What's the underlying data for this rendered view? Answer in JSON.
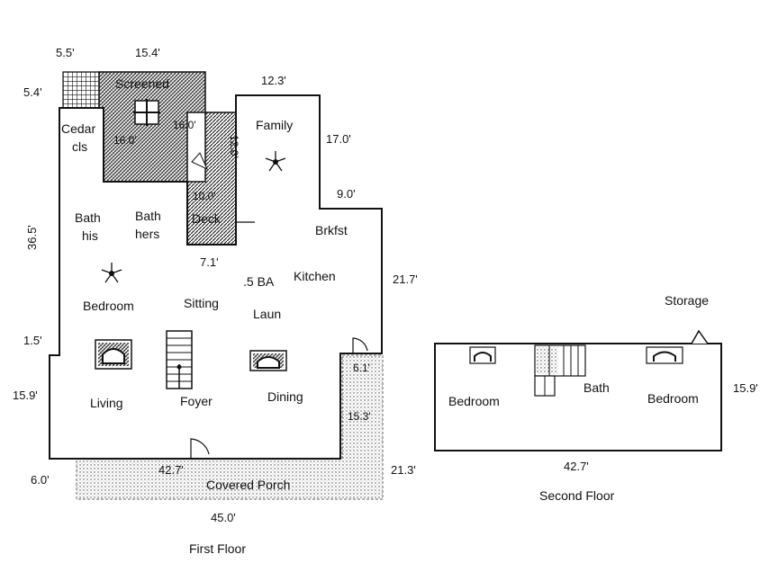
{
  "first_floor": {
    "caption": "First Floor",
    "rooms": {
      "cedar": "Cedar",
      "cls": "cls",
      "screened": "Screened",
      "family": "Family",
      "bath_his_1": "Bath",
      "bath_his_2": "his",
      "bath_hers_1": "Bath",
      "bath_hers_2": "hers",
      "deck": "Deck",
      "brkfst": "Brkfst",
      "kitchen": "Kitchen",
      "half_bath": ".5 BA",
      "bedroom": "Bedroom",
      "sitting": "Sitting",
      "laun": "Laun",
      "living": "Living",
      "foyer": "Foyer",
      "dining": "Dining",
      "covered_porch": "Covered Porch"
    },
    "dims": {
      "d_5_5": "5.5'",
      "d_15_4": "15.4'",
      "d_5_4": "5.4'",
      "d_12_3": "12.3'",
      "d_17_0": "17.0'",
      "d_9_0": "9.0'",
      "d_36_5": "36.5'",
      "d_7_1": "7.1'",
      "d_21_7": "21.7'",
      "d_1_5": "1.5'",
      "d_15_9": "15.9'",
      "d_6_1": "6.1'",
      "d_15_3": "15.3'",
      "d_6_0": "6.0'",
      "d_42_7": "42.7'",
      "d_21_3": "21.3'",
      "d_45_0": "45.0'",
      "d_16_0": "16.0'",
      "d_16_0b": "16.0'",
      "d_10_0": "10.0'",
      "d_12_0": "12.0'"
    }
  },
  "second_floor": {
    "caption": "Second Floor",
    "rooms": {
      "storage": "Storage",
      "bedroom_left": "Bedroom",
      "bath": "Bath",
      "bedroom_right": "Bedroom"
    },
    "dims": {
      "d_15_9": "15.9'",
      "d_42_7": "42.7'"
    }
  }
}
